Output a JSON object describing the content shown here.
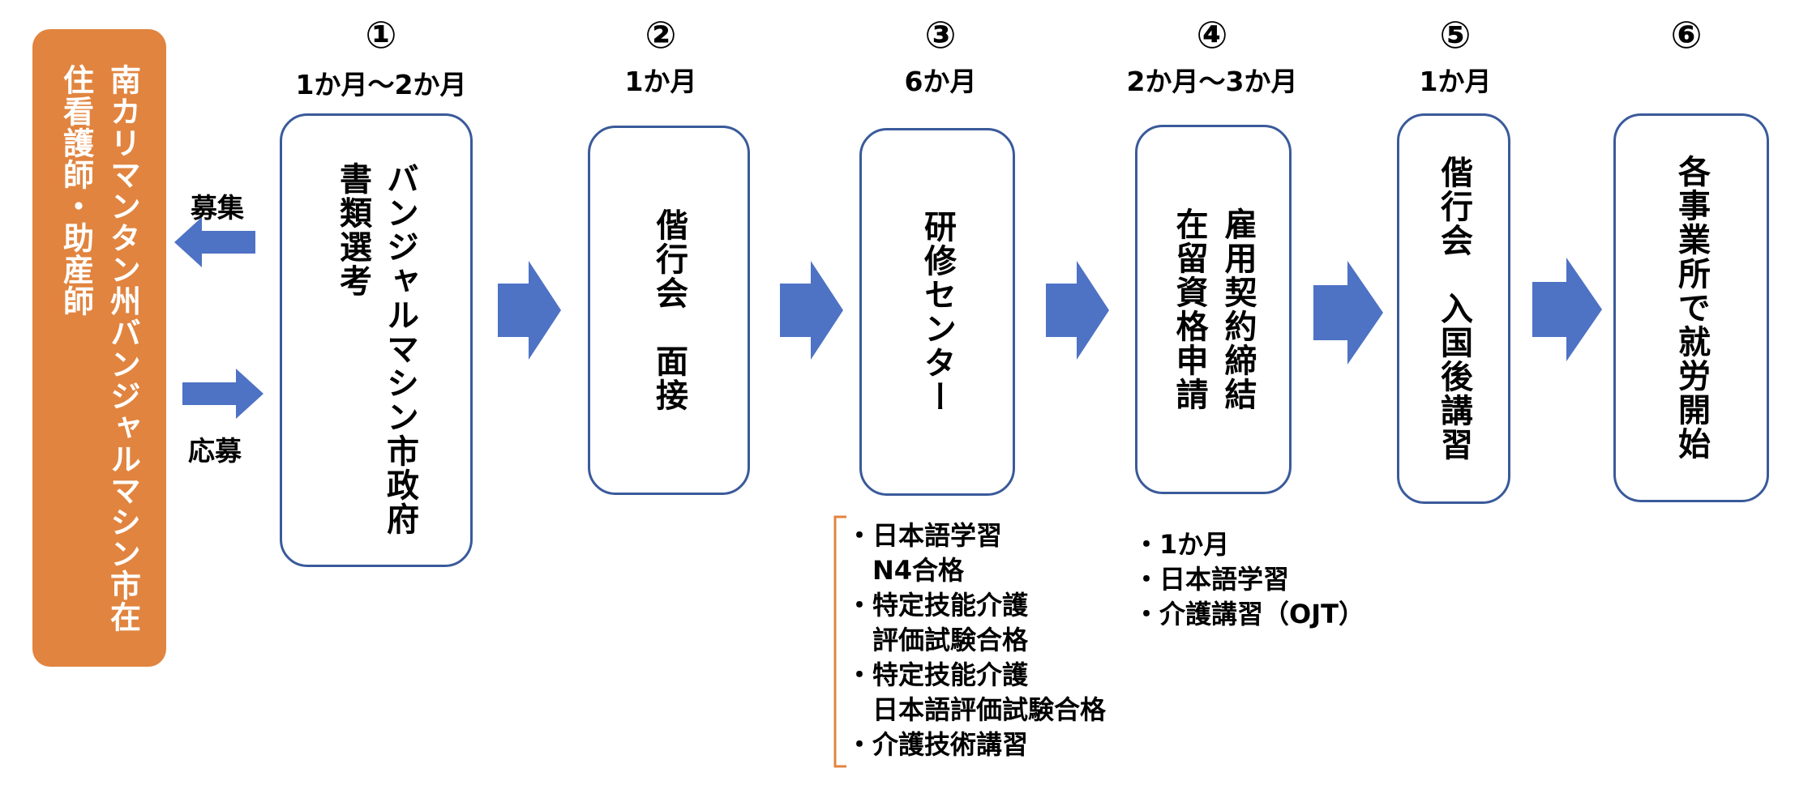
{
  "source": {
    "label": "南カリマンタン州バンジャルマシン市在住看護師・助産師",
    "line1": "南カリマンタン州バンジャルマシン市在",
    "line2": "住看護師・助産師",
    "color": "#e1843f"
  },
  "side_labels": {
    "recruit": "募集",
    "apply": "応募"
  },
  "steps": [
    {
      "number": "①",
      "duration": "1か月～2か月",
      "lines": [
        "バンジャルマシン市政府",
        "書類選考"
      ]
    },
    {
      "number": "②",
      "duration": "1か月",
      "lines": [
        "偕行会　面接"
      ]
    },
    {
      "number": "③",
      "duration": "6か月",
      "lines": [
        "研修センター"
      ]
    },
    {
      "number": "④",
      "duration": "2か月～3か月",
      "lines": [
        "雇用契約締結",
        "在留資格申請"
      ]
    },
    {
      "number": "⑤",
      "duration": "1か月",
      "lines": [
        "偕行会　入国後講習"
      ]
    },
    {
      "number": "⑥",
      "duration": "",
      "lines": [
        "各事業所で就労開始"
      ]
    }
  ],
  "training_notes": [
    "・日本語学習",
    "N4合格",
    "・特定技能介護",
    "評価試験合格",
    "・特定技能介護",
    "日本語評価試験合格",
    "・介護技術講習"
  ],
  "step4_notes": [
    "・1か月",
    "・日本語学習",
    "・介護講習（OJT）"
  ],
  "colors": {
    "box_border": "#3a5a9a",
    "arrow": "#4e72c4",
    "bracket": "#e1843f"
  }
}
